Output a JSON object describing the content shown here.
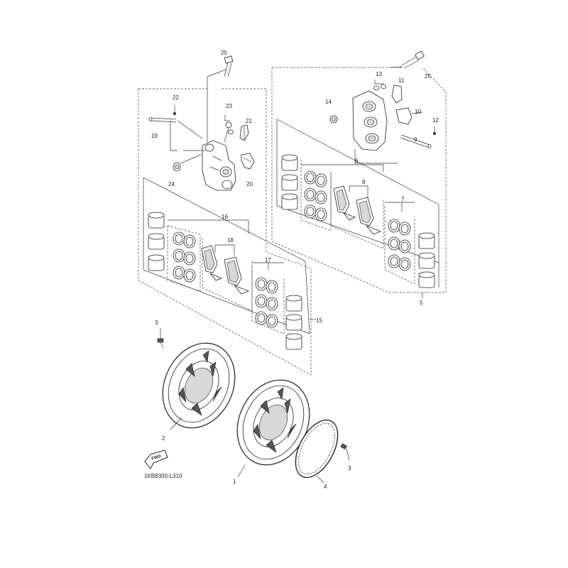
{
  "diagram_code": "1KB8300-L310",
  "fwd_label": "FWD",
  "callouts": {
    "n1": "1",
    "n2": "2",
    "n3a": "3",
    "n3b": "3",
    "n4": "4",
    "n5": "5",
    "n6": "6",
    "n7": "7",
    "n8": "8",
    "n9": "9",
    "n10": "10",
    "n11": "11",
    "n12": "12",
    "n13": "13",
    "n14": "14",
    "n15": "15",
    "n16": "16",
    "n17": "17",
    "n18": "18",
    "n19": "19",
    "n20": "20",
    "n21": "21",
    "n22": "22",
    "n23": "23",
    "n24": "24",
    "n25a": "25",
    "n25b": "25"
  }
}
